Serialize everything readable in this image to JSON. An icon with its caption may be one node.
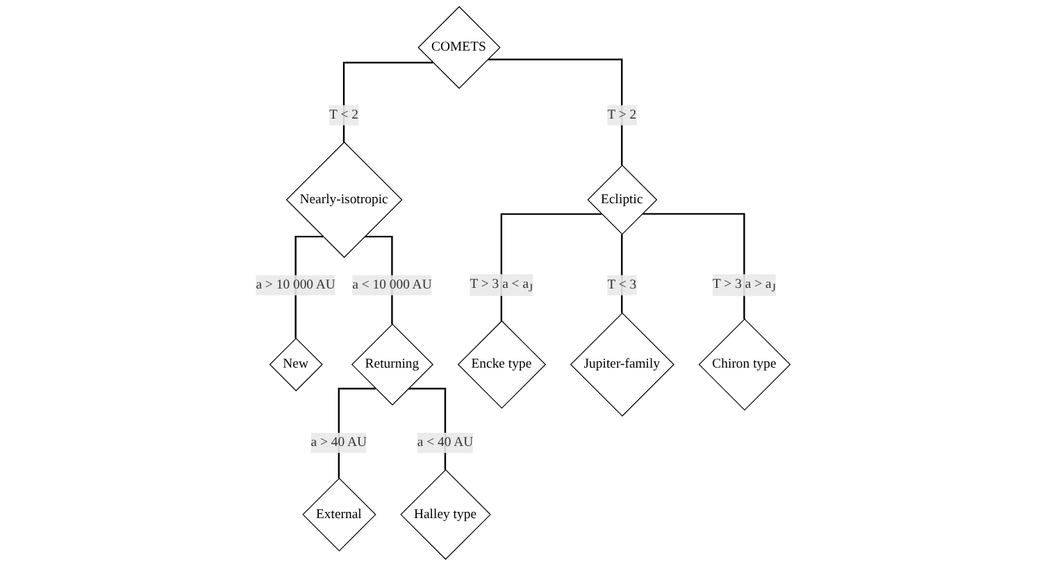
{
  "diagram": {
    "nodes": [
      {
        "text": [
          "COMETS"
        ]
      },
      {
        "text": [
          "Nearly-isotropic"
        ]
      },
      {
        "text": [
          "Ecliptic"
        ]
      },
      {
        "text": [
          "New"
        ]
      },
      {
        "text": [
          "Returning"
        ]
      },
      {
        "text": [
          "Encke type"
        ]
      },
      {
        "text": [
          "Jupiter-family"
        ]
      },
      {
        "text": [
          "Chiron type"
        ]
      },
      {
        "text": [
          "External"
        ]
      },
      {
        "text": [
          "Halley type"
        ]
      }
    ],
    "edges": [
      {
        "from": 0,
        "to": 1,
        "arrow": "none",
        "label": "T < 2"
      },
      {
        "from": 0,
        "to": 2,
        "arrow": "none",
        "label": "T > 2"
      },
      {
        "from": 1,
        "to": 3,
        "arrow": "none",
        "label": "a > 10 000 AU"
      },
      {
        "from": 1,
        "to": 4,
        "arrow": "none",
        "label": "a < 10 000 AU"
      },
      {
        "from": 2,
        "to": 5,
        "arrow": "none",
        "label": "T > 3 a < a$_{J}$"
      },
      {
        "from": 2,
        "to": 6,
        "arrow": "none",
        "label": "T < 3"
      },
      {
        "from": 2,
        "to": 7,
        "arrow": "none",
        "label": "T > 3 a > a$_{J}$"
      },
      {
        "from": 4,
        "to": 8,
        "arrow": "none",
        "label": "a > 40 AU"
      },
      {
        "from": 4,
        "to": 9,
        "arrow": "none",
        "label": "a < 40 AU"
      }
    ]
  }
}
